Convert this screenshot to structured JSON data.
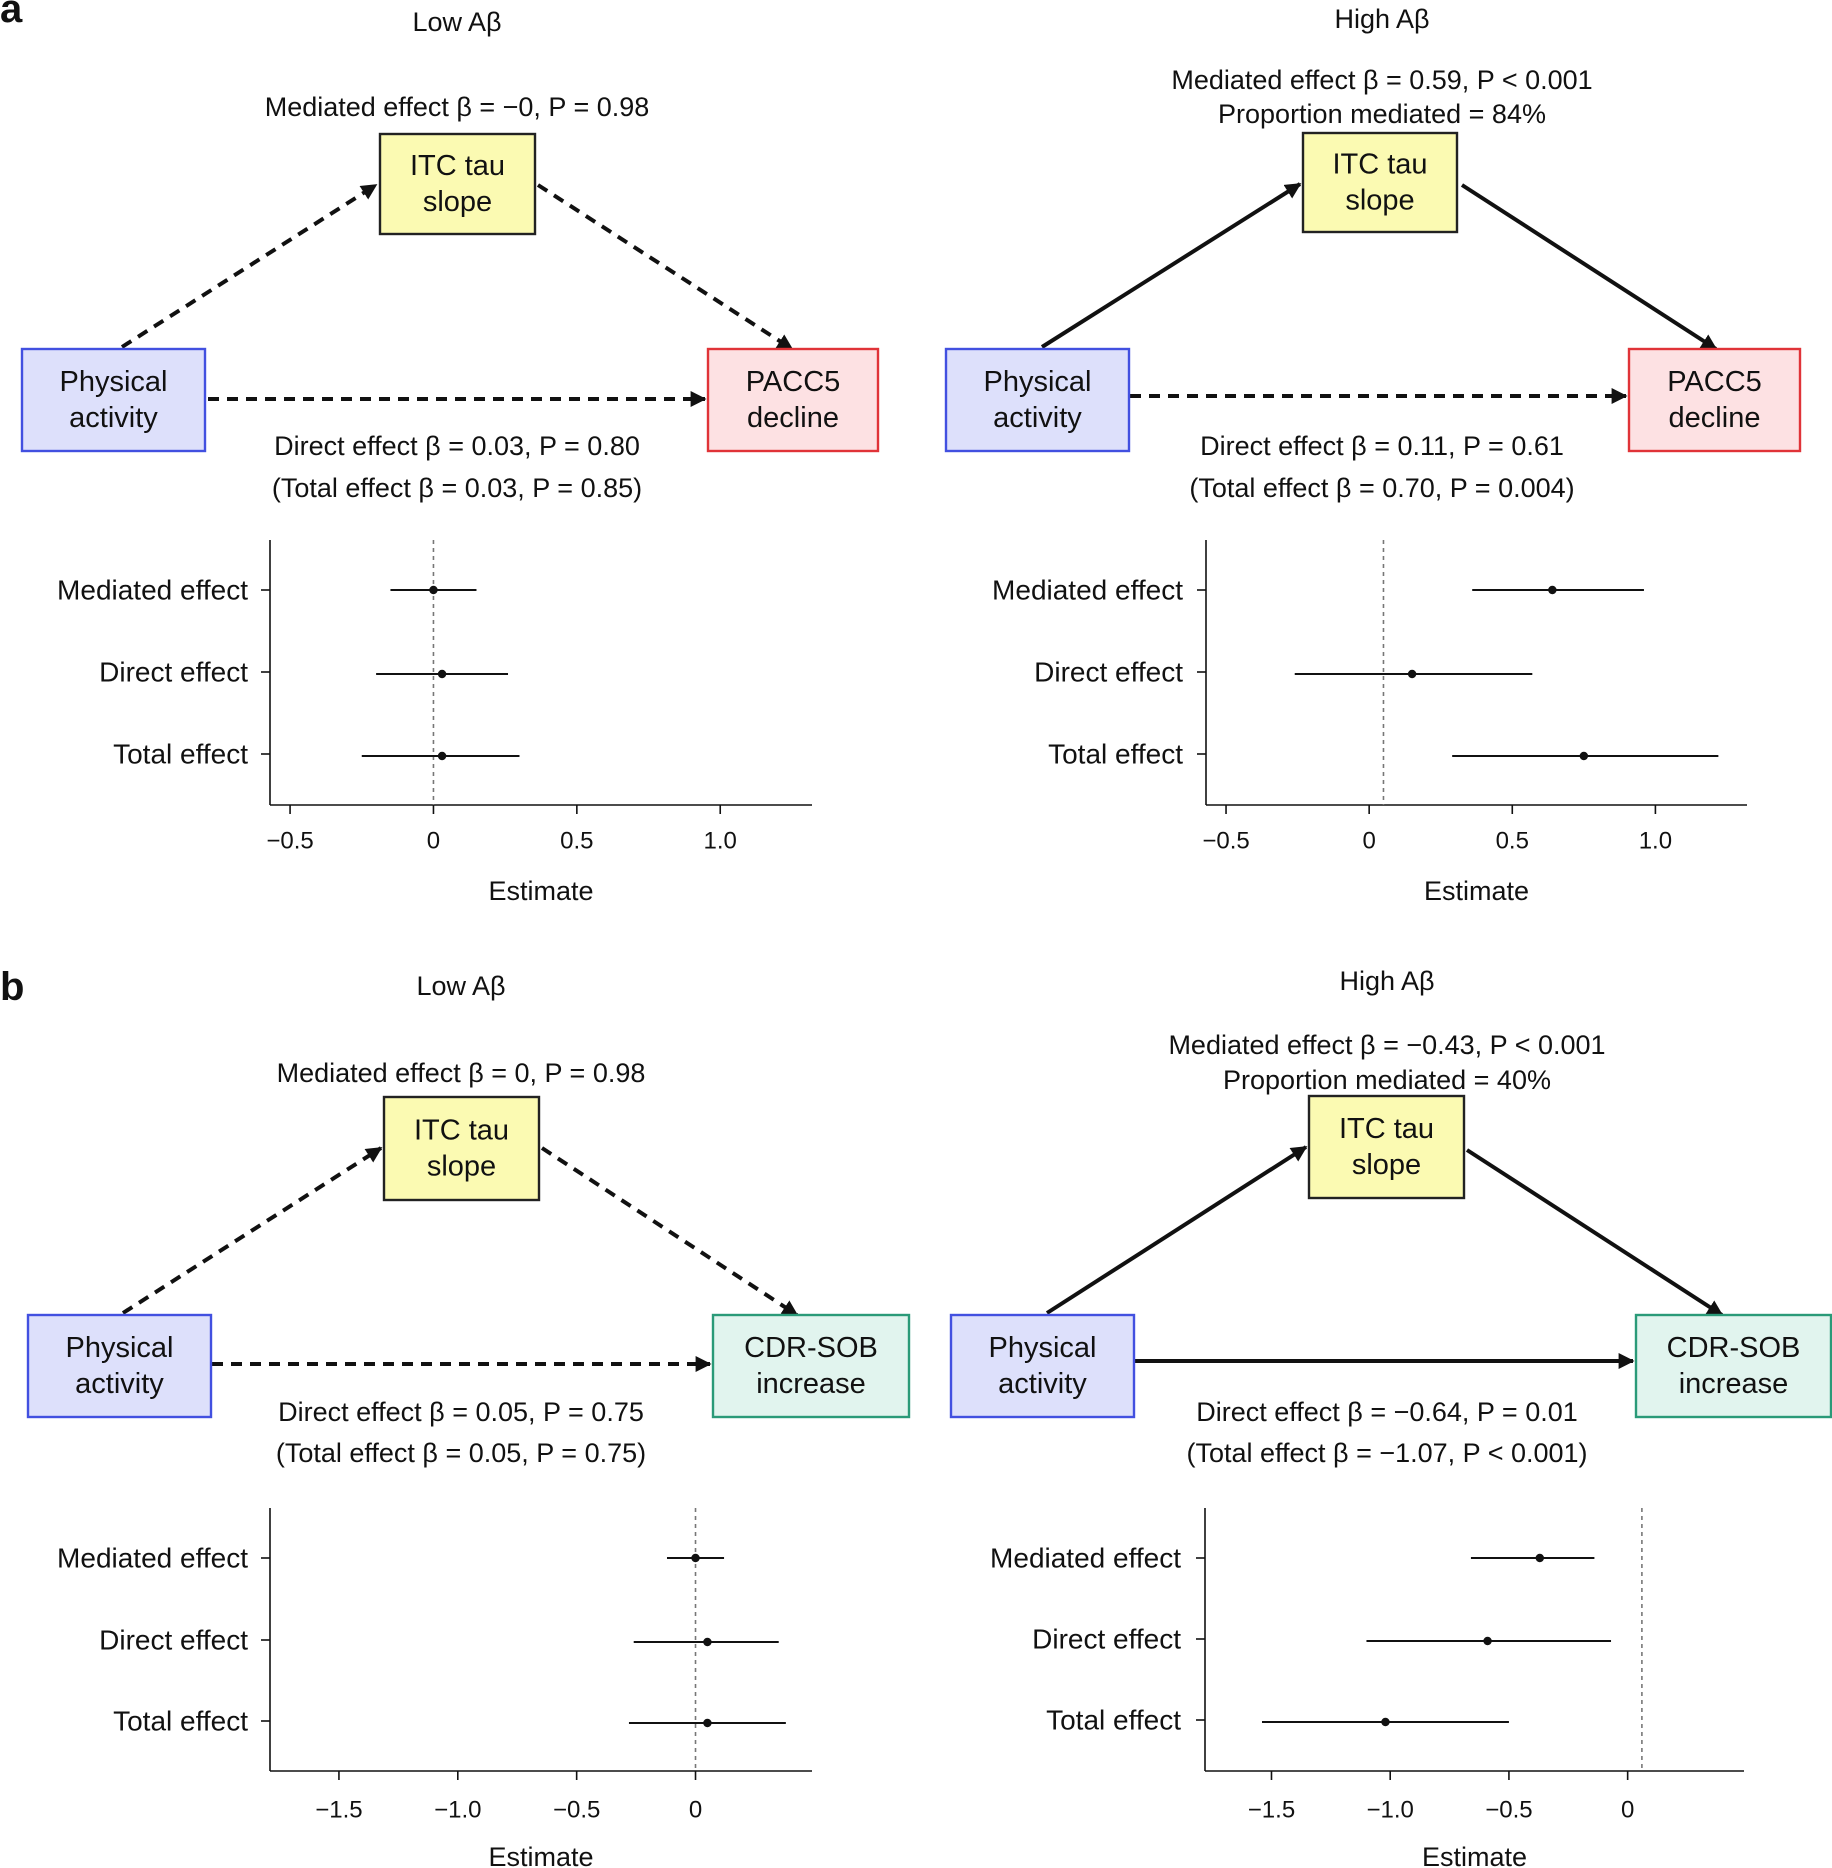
{
  "colors": {
    "exposure_fill": "#dde0fb",
    "exposure_stroke": "#4250e0",
    "mediator_fill": "#fbfab2",
    "mediator_stroke": "#222222",
    "pacc_fill": "#fde1e3",
    "pacc_stroke": "#e03338",
    "cdr_fill": "#e1f4ee",
    "cdr_stroke": "#2a9a78"
  },
  "panels": [
    {
      "label": "a",
      "diagrams": [
        {
          "group": "Low Aβ",
          "mediated_lines": [
            "Mediated effect β = −0, P = 0.98"
          ],
          "mediator": [
            "ITC tau",
            "slope"
          ],
          "exposure": [
            "Physical",
            "activity"
          ],
          "outcome": [
            "PACC5",
            "decline"
          ],
          "outcome_kind": "pacc",
          "direct_text": "Direct effect β = 0.03, P = 0.80",
          "total_text": "(Total effect β = 0.03, P = 0.85)",
          "mediation_path_significant": false,
          "direct_path_significant": false
        },
        {
          "group": "High Aβ",
          "mediated_lines": [
            "Mediated effect β = 0.59, P < 0.001",
            "Proportion mediated = 84%"
          ],
          "mediator": [
            "ITC tau",
            "slope"
          ],
          "exposure": [
            "Physical",
            "activity"
          ],
          "outcome": [
            "PACC5",
            "decline"
          ],
          "outcome_kind": "pacc",
          "direct_text": "Direct effect β = 0.11, P = 0.61",
          "total_text": "(Total effect β = 0.70, P = 0.004)",
          "mediation_path_significant": true,
          "direct_path_significant": false
        }
      ]
    },
    {
      "label": "b",
      "diagrams": [
        {
          "group": "Low Aβ",
          "mediated_lines": [
            "Mediated effect β = 0, P = 0.98"
          ],
          "mediator": [
            "ITC tau",
            "slope"
          ],
          "exposure": [
            "Physical",
            "activity"
          ],
          "outcome": [
            "CDR-SOB",
            "increase"
          ],
          "outcome_kind": "cdr",
          "direct_text": "Direct effect β = 0.05, P = 0.75",
          "total_text": "(Total effect β = 0.05, P = 0.75)",
          "mediation_path_significant": false,
          "direct_path_significant": false
        },
        {
          "group": "High Aβ",
          "mediated_lines": [
            "Mediated effect β = −0.43, P < 0.001",
            "Proportion mediated = 40%"
          ],
          "mediator": [
            "ITC tau",
            "slope"
          ],
          "exposure": [
            "Physical",
            "activity"
          ],
          "outcome": [
            "CDR-SOB",
            "increase"
          ],
          "outcome_kind": "cdr",
          "direct_text": "Direct effect β = −0.64, P = 0.01",
          "total_text": "(Total effect β = −1.07, P < 0.001)",
          "mediation_path_significant": true,
          "direct_path_significant": true
        }
      ]
    }
  ],
  "chart_data": [
    {
      "type": "forest",
      "panel": "a",
      "group": "Low Aβ",
      "xlabel": "Estimate",
      "xlim": [
        -0.57,
        1.32
      ],
      "xticks": [
        -0.5,
        0,
        0.5,
        1.0
      ],
      "xtick_labels": [
        "−0.5",
        "0",
        "0.5",
        "1.0"
      ],
      "reference_line": 0,
      "rows": [
        {
          "label": "Mediated effect",
          "estimate": 0.0,
          "lower": -0.15,
          "upper": 0.15
        },
        {
          "label": "Direct effect",
          "estimate": 0.03,
          "lower": -0.2,
          "upper": 0.26
        },
        {
          "label": "Total effect",
          "estimate": 0.03,
          "lower": -0.25,
          "upper": 0.3
        }
      ]
    },
    {
      "type": "forest",
      "panel": "a",
      "group": "High Aβ",
      "xlabel": "Estimate",
      "xlim": [
        -0.57,
        1.32
      ],
      "xticks": [
        -0.5,
        0,
        0.5,
        1.0
      ],
      "xtick_labels": [
        "−0.5",
        "0",
        "0.5",
        "1.0"
      ],
      "reference_line": 0.05,
      "rows": [
        {
          "label": "Mediated effect",
          "estimate": 0.64,
          "lower": 0.36,
          "upper": 0.96
        },
        {
          "label": "Direct effect",
          "estimate": 0.15,
          "lower": -0.26,
          "upper": 0.57
        },
        {
          "label": "Total effect",
          "estimate": 0.75,
          "lower": 0.29,
          "upper": 1.22
        }
      ]
    },
    {
      "type": "forest",
      "panel": "b",
      "group": "Low Aβ",
      "xlabel": "Estimate",
      "xlim": [
        -1.79,
        0.49
      ],
      "xticks": [
        -1.5,
        -1.0,
        -0.5,
        0
      ],
      "xtick_labels": [
        "−1.5",
        "−1.0",
        "−0.5",
        "0"
      ],
      "reference_line": 0,
      "rows": [
        {
          "label": "Mediated effect",
          "estimate": 0.0,
          "lower": -0.12,
          "upper": 0.12
        },
        {
          "label": "Direct effect",
          "estimate": 0.05,
          "lower": -0.26,
          "upper": 0.35
        },
        {
          "label": "Total effect",
          "estimate": 0.05,
          "lower": -0.28,
          "upper": 0.38
        }
      ]
    },
    {
      "type": "forest",
      "panel": "b",
      "group": "High Aβ",
      "xlabel": "Estimate",
      "xlim": [
        -1.78,
        0.49
      ],
      "xticks": [
        -1.5,
        -1.0,
        -0.5,
        0
      ],
      "xtick_labels": [
        "−1.5",
        "−1.0",
        "−0.5",
        "0"
      ],
      "reference_line": 0.06,
      "rows": [
        {
          "label": "Mediated effect",
          "estimate": -0.37,
          "lower": -0.66,
          "upper": -0.14
        },
        {
          "label": "Direct effect",
          "estimate": -0.59,
          "lower": -1.1,
          "upper": -0.07
        },
        {
          "label": "Total effect",
          "estimate": -1.02,
          "lower": -1.54,
          "upper": -0.5
        }
      ]
    }
  ]
}
